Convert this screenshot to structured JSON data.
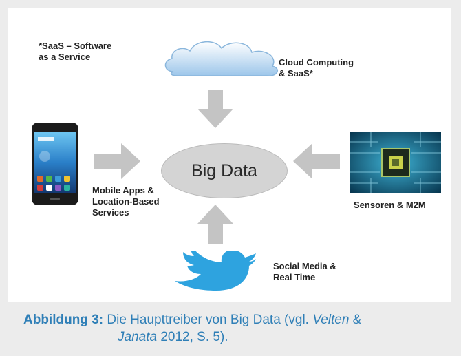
{
  "diagram": {
    "center": "Big Data",
    "saas_note_line1": "*SaaS – Software",
    "saas_note_line2": "as a Service",
    "cloud_line1": "Cloud Computing",
    "cloud_line2": "& SaaS*",
    "mobile_line1": "Mobile Apps &",
    "mobile_line2": "Location-Based",
    "mobile_line3": "Services",
    "sensor_label": "Sensoren & M2M",
    "social_line1": "Social Media &",
    "social_line2": "Real Time"
  },
  "caption": {
    "label": "Abbildung 3:",
    "text1": " Die Haupttreiber von Big Data (vgl. ",
    "author1": "Velten",
    "amp": " & ",
    "author2": "Janata",
    "text2": " 2012, S. 5)."
  },
  "colors": {
    "caption": "#2f7fb7",
    "arrow": "#c4c4c4",
    "ellipse": "#d4d4d4",
    "twitter": "#2ea3df",
    "chip": "#1a6a8a"
  }
}
